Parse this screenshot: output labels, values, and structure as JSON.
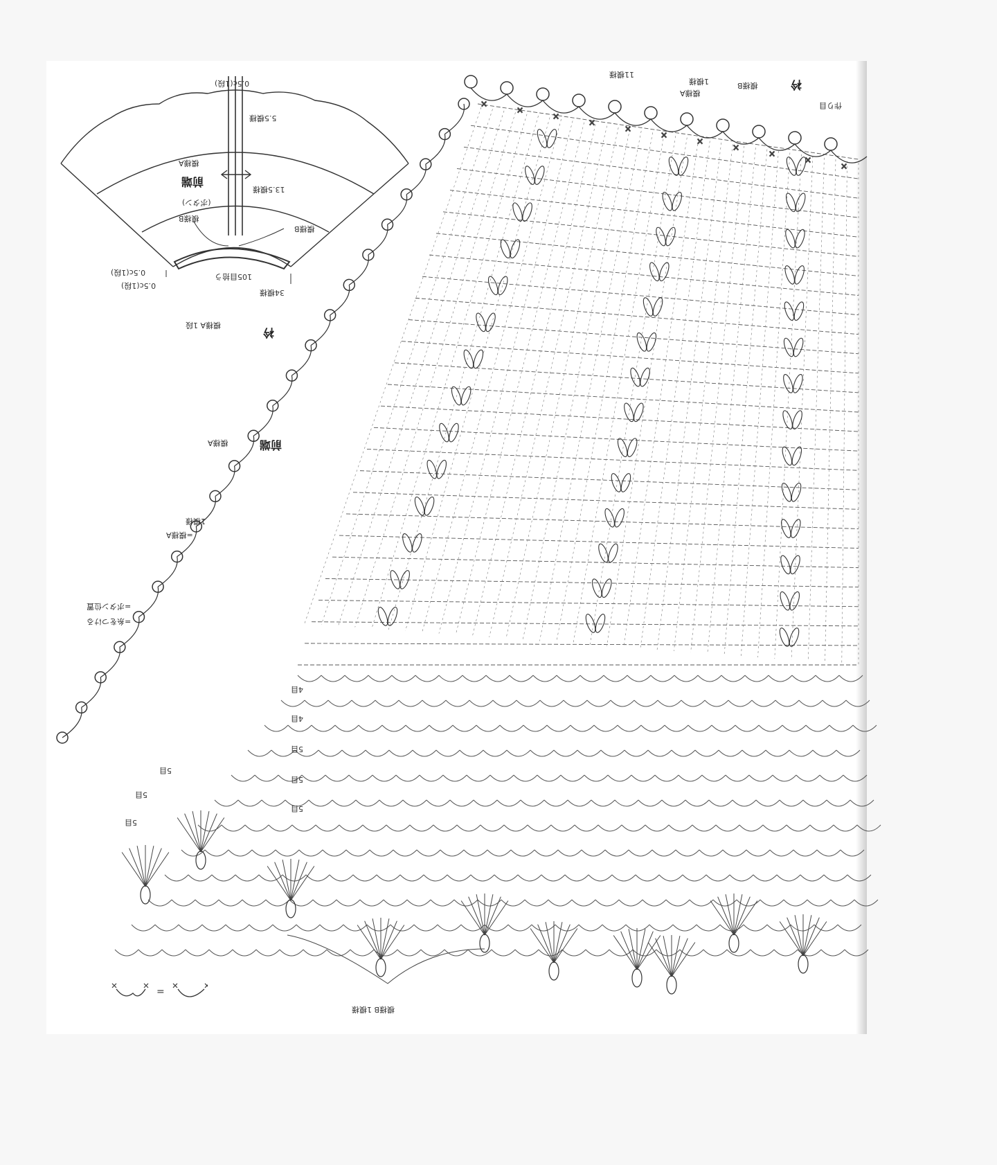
{
  "schematic": {
    "labels": [
      {
        "text": "0.5c(1段)",
        "name": "schem-top-rib-label"
      },
      {
        "text": "5.5模様",
        "name": "schem-rib-length-label"
      },
      {
        "text": "模様A",
        "name": "schem-pattern-a-label"
      },
      {
        "text": "前端",
        "name": "schem-front-label"
      },
      {
        "text": "13.5模様",
        "name": "schem-side-length-label"
      },
      {
        "text": "(ボタン)",
        "name": "schem-button-label"
      },
      {
        "text": "模様B",
        "name": "schem-pattern-b-left-label"
      },
      {
        "text": "模様B",
        "name": "schem-pattern-b-right-label"
      },
      {
        "text": "0.5c(1段)",
        "name": "schem-edge-label-1"
      },
      {
        "text": "0.5c(1段)",
        "name": "schem-edge-label-2"
      },
      {
        "text": "105目拾う",
        "name": "schem-pickup-label"
      },
      {
        "text": "34模様",
        "name": "schem-repeat-label"
      },
      {
        "text": "模様A 1段",
        "name": "schem-caption-label"
      },
      {
        "text": "衿",
        "name": "schem-collar-label"
      }
    ]
  },
  "chart": {
    "labels": [
      {
        "text": "前端",
        "name": "chart-front-label"
      },
      {
        "text": "模様A",
        "name": "chart-pattern-a-label"
      },
      {
        "text": "1模様",
        "name": "chart-one-repeat-label"
      },
      {
        "text": "=模様A",
        "name": "chart-equals-pattern-label"
      },
      {
        "text": "=ボタン位置",
        "name": "chart-button-pos-label"
      },
      {
        "text": "=糸をつける",
        "name": "chart-join-yarn-label"
      },
      {
        "text": "模様B 1模様",
        "name": "chart-pattern-b-repeat-label"
      },
      {
        "text": "4目",
        "name": "chart-rep-4a"
      },
      {
        "text": "4目",
        "name": "chart-rep-4b"
      },
      {
        "text": "5目",
        "name": "chart-rep-5a"
      },
      {
        "text": "5目",
        "name": "chart-rep-5b"
      },
      {
        "text": "5目",
        "name": "chart-rep-5c"
      },
      {
        "text": "5目",
        "name": "chart-rep-5d"
      },
      {
        "text": "5目",
        "name": "chart-rep-5e"
      },
      {
        "text": "5目",
        "name": "chart-rep-5f"
      },
      {
        "text": "衿",
        "name": "chart-collar-label"
      },
      {
        "text": "模様B",
        "name": "chart-pattern-b-label"
      },
      {
        "text": "模様A",
        "name": "chart-pattern-a-top-label"
      },
      {
        "text": "1模様",
        "name": "chart-one-repeat-top-label"
      },
      {
        "text": "11模様",
        "name": "chart-eleven-repeat-label"
      },
      {
        "text": "作り目",
        "name": "chart-foundation-label"
      }
    ]
  },
  "legend": {
    "equals": "="
  },
  "colors": {
    "ink": "#333333",
    "paper": "#ffffff",
    "background": "#f7f7f7"
  }
}
